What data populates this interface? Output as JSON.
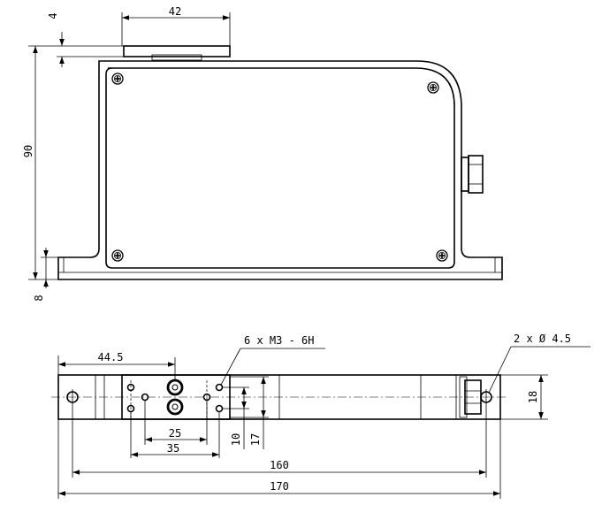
{
  "top_view": {
    "dim_bracket_width": "42",
    "dim_bracket_thickness": "4",
    "dim_height": "90",
    "dim_base_thickness": "8"
  },
  "bottom_view": {
    "dim_offset": "44.5",
    "callout_threads": "6 x M3 - 6H",
    "callout_holes": "2 x Ø 4.5",
    "dim_spacing_25": "25",
    "dim_spacing_35": "35",
    "dim_height_10": "10",
    "dim_height_17": "17",
    "dim_height_18": "18",
    "dim_hole_pitch": "160",
    "dim_total_length": "170"
  }
}
